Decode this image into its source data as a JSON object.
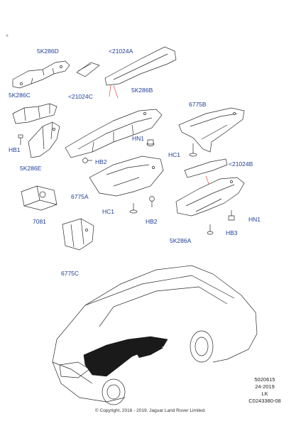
{
  "callouts": {
    "c_5k286d": "5K286D",
    "c_21024a": "<21024A",
    "c_21024c": "<21024C",
    "c_5k286c": "5K286C",
    "c_5k286b": "5K286B",
    "c_6775b": "6775B",
    "c_hn1_top": "HN1",
    "c_hb1": "HB1",
    "c_5k286e": "5K286E",
    "c_hb2_left": "HB2",
    "c_hc1_right": "HC1",
    "c_21024b": "<21024B",
    "c_6775a": "6775A",
    "c_7081": "7081",
    "c_hc1_mid": "HC1",
    "c_hb2_mid": "HB2",
    "c_hn1_right": "HN1",
    "c_hb3": "HB3",
    "c_5k286a": "5K286A",
    "c_6775c": "6775C"
  },
  "reference": {
    "line1": "5020615",
    "line2": "24-2019",
    "line3": "LK",
    "line4": "C0243380-08"
  },
  "copyright": "© Copyright, 2016 - 2019. Jaguar Land Rover Limited.",
  "colors": {
    "callout_text": "#1f3f9a",
    "outline": "#2a2a2a",
    "leader_red": "#d44",
    "heat_shield_fill": "#1a1a1a"
  }
}
